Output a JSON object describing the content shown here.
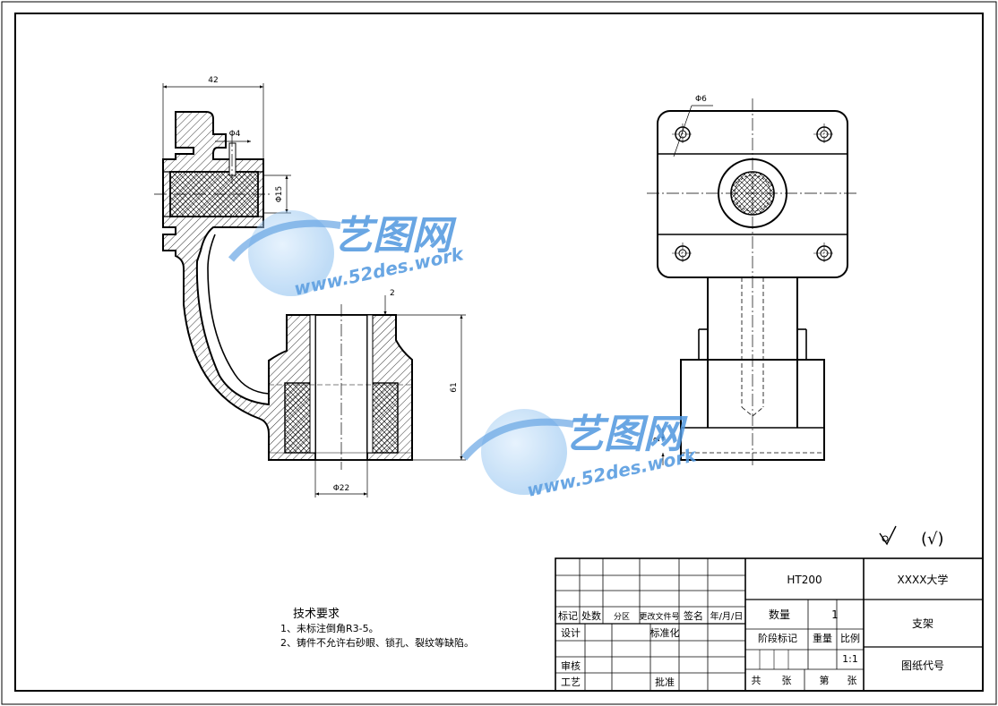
{
  "dimensions": {
    "width_42": "42",
    "dia_4": "Φ4",
    "dia_15": "Φ15",
    "wall_2_top": "2",
    "height_61": "61",
    "dia_22": "Φ22",
    "dia_6": "Φ6",
    "wall_2_side": "2"
  },
  "watermark": {
    "name": "艺图网",
    "url": "www.52des.work"
  },
  "roughness": {
    "check": "(√)"
  },
  "tech_requirements": {
    "title": "技术要求",
    "item1": "1、未标注倒角R3-5。",
    "item2": "2、铸件不允许右砂眼、锁孔、裂纹等缺陷。"
  },
  "title_block": {
    "material": "HT200",
    "school": "XXXX大学",
    "part_name": "支架",
    "drawing_no": "图纸代号",
    "qty_label": "数量",
    "qty_value": "1",
    "stage_label": "阶段标记",
    "weight_label": "重量",
    "scale_label": "比例",
    "scale_value": "1:1",
    "total_label": "共",
    "sheet_unit1": "张",
    "page_label": "第",
    "sheet_unit2": "张",
    "rev_mark": "标记",
    "rev_count": "处数",
    "rev_zone": "分区",
    "rev_doc": "更改文件号",
    "rev_sign": "签名",
    "rev_date": "年/月/日",
    "design": "设计",
    "standard": "标准化",
    "review": "审核",
    "process": "工艺",
    "approve": "批准"
  }
}
